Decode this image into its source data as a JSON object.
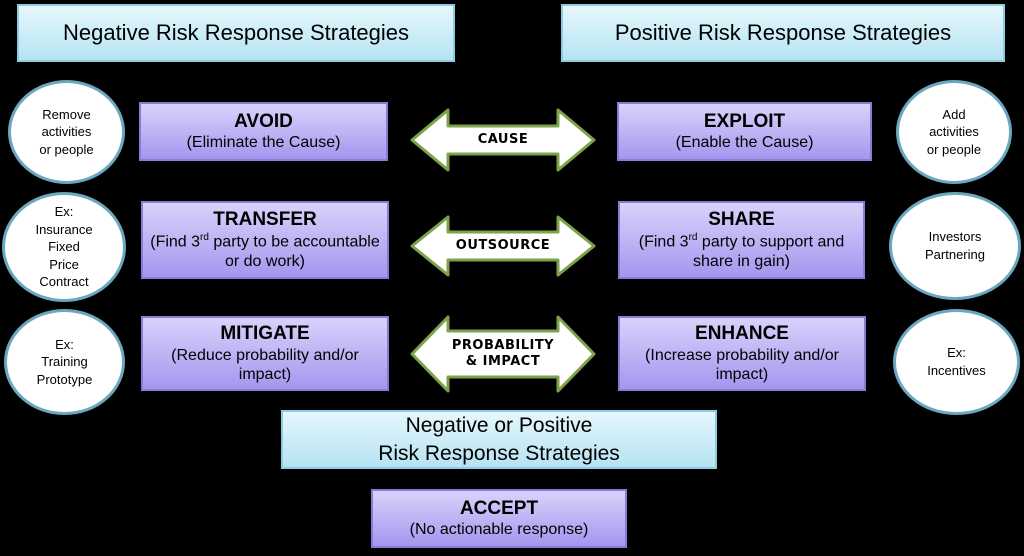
{
  "headers": {
    "negative": "Negative Risk Response Strategies",
    "positive": "Positive Risk Response Strategies",
    "both_line1": "Negative  or Positive",
    "both_line2": "Risk Response Strategies"
  },
  "negative": {
    "avoid": {
      "title": "AVOID",
      "desc": "(Eliminate the Cause)"
    },
    "transfer": {
      "title": "TRANSFER",
      "desc_pre": "(Find 3",
      "desc_sup": "rd",
      "desc_post": " party to be accountable or do work)"
    },
    "mitigate": {
      "title": "MITIGATE",
      "desc": "(Reduce probability and/or impact)"
    }
  },
  "positive": {
    "exploit": {
      "title": "EXPLOIT",
      "desc": "(Enable the Cause)"
    },
    "share": {
      "title": "SHARE",
      "desc_pre": "(Find 3",
      "desc_sup": "rd",
      "desc_post": " party to support and share in gain)"
    },
    "enhance": {
      "title": "ENHANCE",
      "desc": "(Increase probability and/or impact)"
    }
  },
  "accept": {
    "title": "ACCEPT",
    "desc": "(No actionable response)"
  },
  "arrows": {
    "cause": "CAUSE",
    "outsource": "OUTSOURCE",
    "probability_impact": "PROBABILITY\n& IMPACT"
  },
  "examples": {
    "avoid": "Remove\nactivities\nor people",
    "transfer": "Ex:\nInsurance\nFixed\nPrice\nContract",
    "mitigate": "Ex:\nTraining\nPrototype",
    "exploit": "Add\nactivities\nor people",
    "share": "Investors\nPartnering",
    "enhance": "Ex:\nIncentives"
  },
  "colors": {
    "background": "#000000",
    "header_fill": "#c9ecf7",
    "strategy_fill": "#b8aef5",
    "circle_border": "#6aa7c0",
    "arrow_border": "#7ca34a"
  }
}
